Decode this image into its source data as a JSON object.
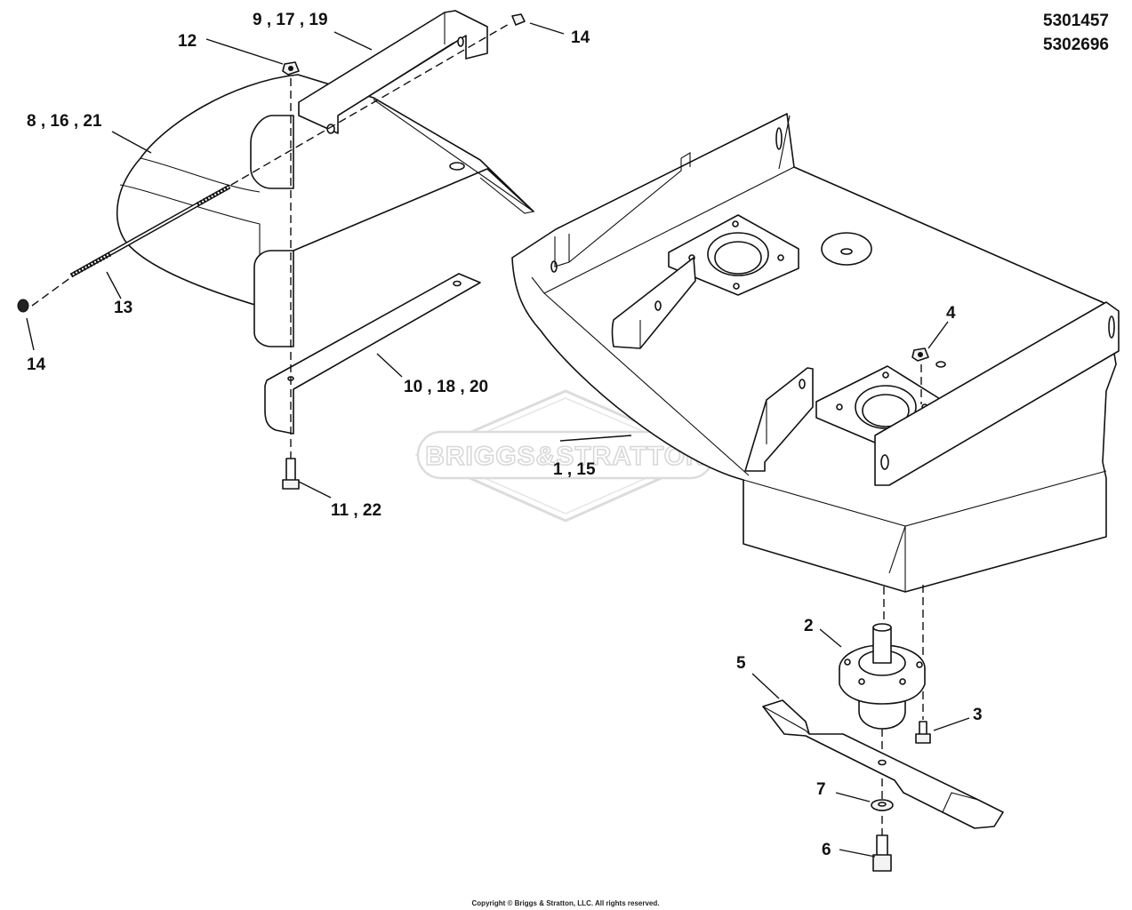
{
  "part_numbers": [
    "5301457",
    "5302696"
  ],
  "callouts": {
    "c1": "1 , 15",
    "c2": "2",
    "c3": "3",
    "c4": "4",
    "c5": "5",
    "c6": "6",
    "c7": "7",
    "c8": "8 , 16 , 21",
    "c9": "9 , 17 , 19",
    "c10": "10 , 18 , 20",
    "c11": "11 , 22",
    "c12": "12",
    "c13": "13",
    "c14a": "14",
    "c14b": "14"
  },
  "watermark": "BRIGGS&STRATTON",
  "copyright": "Copyright © Briggs & Stratton, LLC. All rights reserved."
}
